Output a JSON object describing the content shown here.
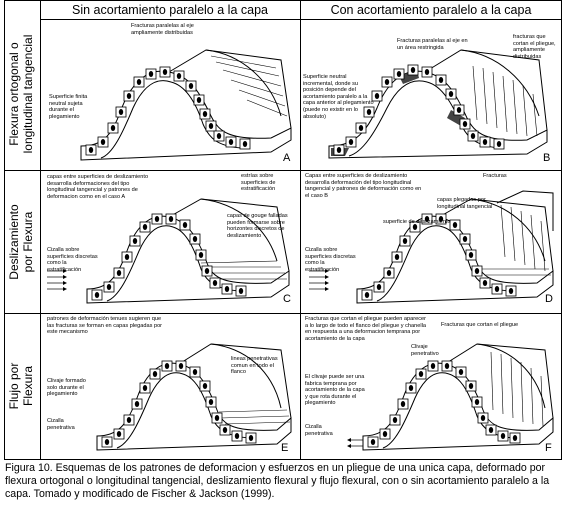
{
  "columns": {
    "left": "Sin acortamiento paralelo a la capa",
    "right": "Con acortamiento paralelo a la capa"
  },
  "rows": {
    "r1": [
      "Flexura ortogonal o",
      "longitudinal tangencial"
    ],
    "r2": [
      "Deslizamiento",
      "por Flexura"
    ],
    "r3": [
      "Flujo por",
      "Flexura"
    ]
  },
  "panels": {
    "A": {
      "letter": "A",
      "notes": [
        "Fracturas paralelas al eje ampliamente distribuidas",
        "Superficie finita neutral sujeta durante el plegamiento"
      ]
    },
    "B": {
      "letter": "B",
      "notes": [
        "Fracturas paralelas al eje en un área restringida",
        "fracturas que cortan el pliegue, ampliamente distribuidas",
        "Superficie neutral incremental, donde su posición depende del acortamiento paralelo a la capa anterior al plegamiento (puede no existir en lo absoluto)"
      ]
    },
    "C": {
      "letter": "C",
      "notes": [
        "capas entre superficies de deslizamiento desarrolla deformaciones del tipo longitudinal tangencial y patrones de deformacion como en el caso A",
        "estrías sobre superficies de estratificación",
        "capas de gouge falladas pueden formarse sobre horizontes discretos de deslizamiento",
        "Cizalla sobre superficies discretas como la estratificación"
      ]
    },
    "D": {
      "letter": "D",
      "notes": [
        "Capas entre superficies de deslizamiento desarrolla deformación del tipo longitudinal tangencial y patrones de deformación como en el caso B",
        "Fracturas",
        "capas plegadas por longitudinal tangencial",
        "superficie de deslizamiento",
        "Cizalla sobre superficies discretas como la estratificación"
      ]
    },
    "E": {
      "letter": "E",
      "notes": [
        "patrones de deformación tenues sugieren que las fracturas se forman en capas plegadas por este mecanismo",
        "lineas penetrativas comun en todo el flanco",
        "Clivaje formado solo durante el plegamiento",
        "Cizalla penetrativa"
      ]
    },
    "F": {
      "letter": "F",
      "notes": [
        "Fracturas que cortan el pliegue pueden aparecer a lo largo de todo el flanco del pliegue y chanella en respuesta a una deformacion temprana por acortamiento de la capa",
        "Fracturas que cortan el pliegue",
        "Clivaje penetrativo",
        "El clivaje puede ser una fabrica temprana por acortamiento de la capa y que rota durante el plegamiento",
        "Cizalla penetrativa"
      ]
    }
  },
  "caption": "Figura 10. Esquemas de los patrones de deformacion y esfuerzos en un pliegue de una unica capa, deformado por flexura ortogonal o longitudinal tangencial, deslizamiento flexural y flujo flexural, con o sin acortamiento paralelo a la capa. Tomado y modificado de Fischer & Jackson (1999)."
}
